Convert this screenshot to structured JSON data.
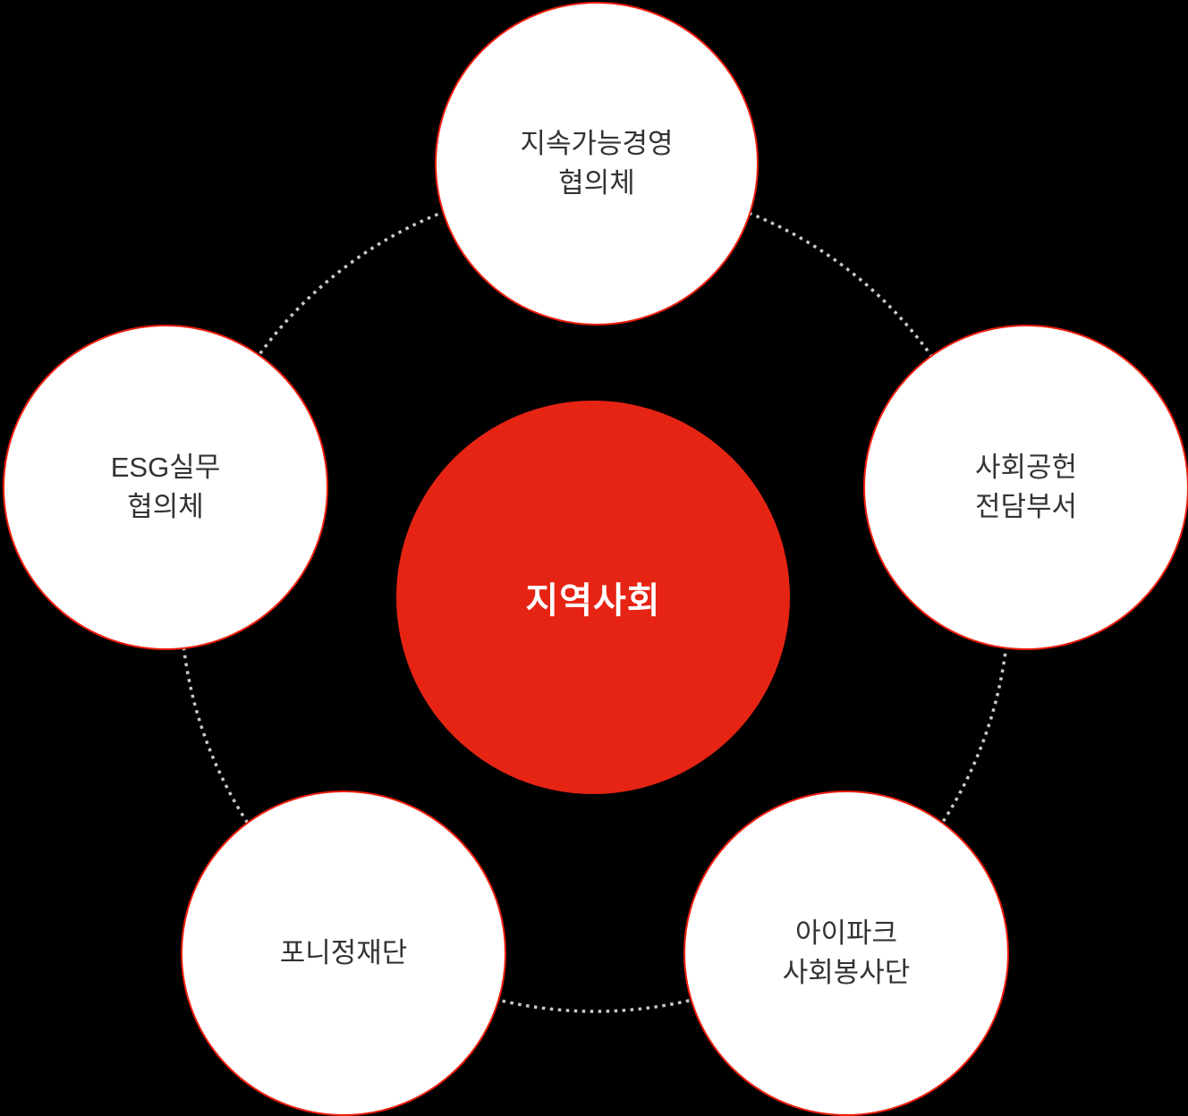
{
  "diagram": {
    "title_hint": "지역사회 organization relationship diagram",
    "center": {
      "label": "지역사회"
    },
    "nodes": [
      {
        "position": "top",
        "line1": "지속가능경영",
        "line2": "협의체"
      },
      {
        "position": "right",
        "line1": "사회공헌",
        "line2": "전담부서"
      },
      {
        "position": "bottom-right",
        "line1": "아이파크",
        "line2": "사회봉사단"
      },
      {
        "position": "bottom-left",
        "line1": "포니정재단",
        "line2": ""
      },
      {
        "position": "left",
        "line1": "ESG실무",
        "line2": "협의체"
      }
    ],
    "colors": {
      "background": "#000000",
      "center_fill": "#e62414",
      "node_border": "#ef1d0a",
      "node_fill": "#ffffff",
      "node_text": "#333333",
      "center_text": "#ffffff",
      "connector_dots": "#c9c9c9"
    }
  }
}
